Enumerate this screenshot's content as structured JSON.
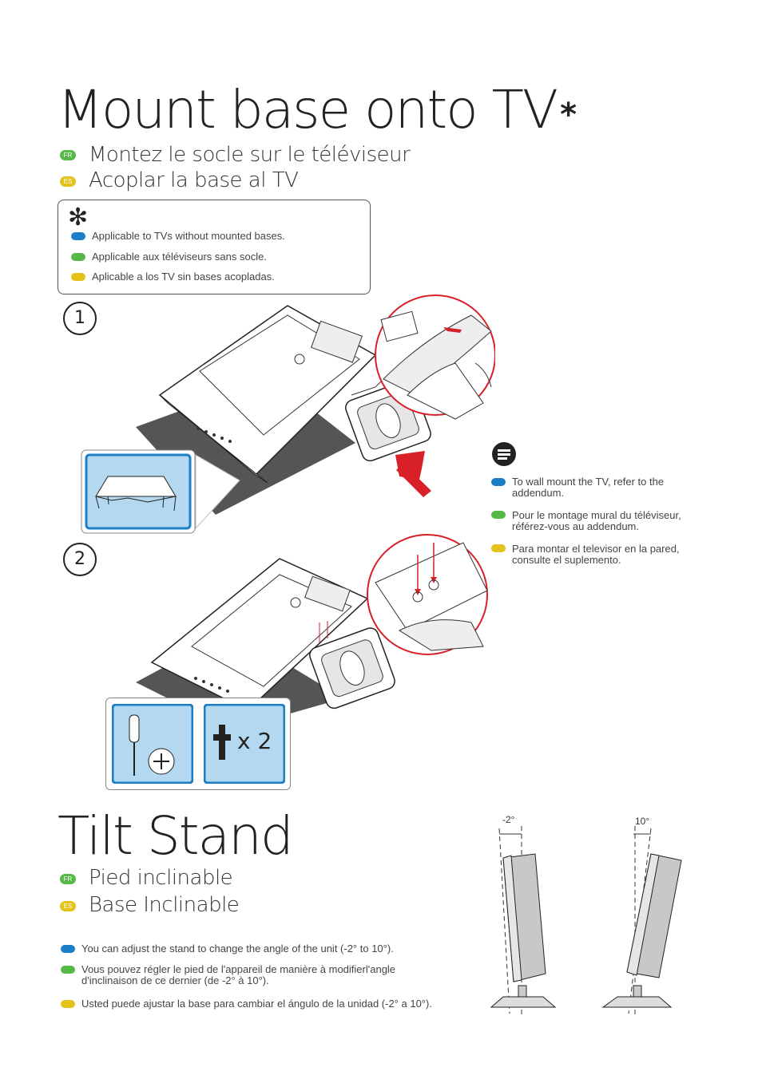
{
  "mount": {
    "title": "Mount base onto TV",
    "asterisk": "*",
    "fr_tag": "FR",
    "fr_text": "Montez le socle sur le téléviseur",
    "es_tag": "ES",
    "es_text": "Acoplar la base al TV"
  },
  "applicable_box": {
    "star": "✻",
    "items": [
      {
        "color": "#1b7fc6",
        "text": "Applicable to TVs without mounted bases."
      },
      {
        "color": "#56b947",
        "text": "Applicable aux téléviseurs sans socle."
      },
      {
        "color": "#e3c21a",
        "text": "Aplicable a los TV sin bases acopladas."
      }
    ]
  },
  "steps": {
    "one": "1",
    "two": "2",
    "screw_count": "x 2"
  },
  "wall_note": {
    "items": [
      {
        "color": "#1b7fc6",
        "text": "To wall mount the TV, refer to the addendum."
      },
      {
        "color": "#56b947",
        "text": "Pour le montage mural du téléviseur, référez-vous au addendum."
      },
      {
        "color": "#e3c21a",
        "text": "Para montar el televisor en la pared, consulte el suplemento."
      }
    ]
  },
  "tilt": {
    "title": "Tilt Stand",
    "fr_tag": "FR",
    "fr_text": "Pied inclinable",
    "es_tag": "ES",
    "es_text": "Base Inclinable",
    "items": [
      {
        "color": "#1b7fc6",
        "text": "You can adjust the stand to change the angle of the unit (-2° to 10°)."
      },
      {
        "color": "#56b947",
        "text": "Vous pouvez régler le pied de l'appareil de manière à modifierl'angle d'inclinaison de ce dernier (de -2° à 10°)."
      },
      {
        "color": "#e3c21a",
        "text": "Usted puede ajustar la base para cambiar el ángulo de la unidad (-2° a 10°)."
      }
    ],
    "angle_left": "-2°",
    "angle_right": "10°"
  }
}
